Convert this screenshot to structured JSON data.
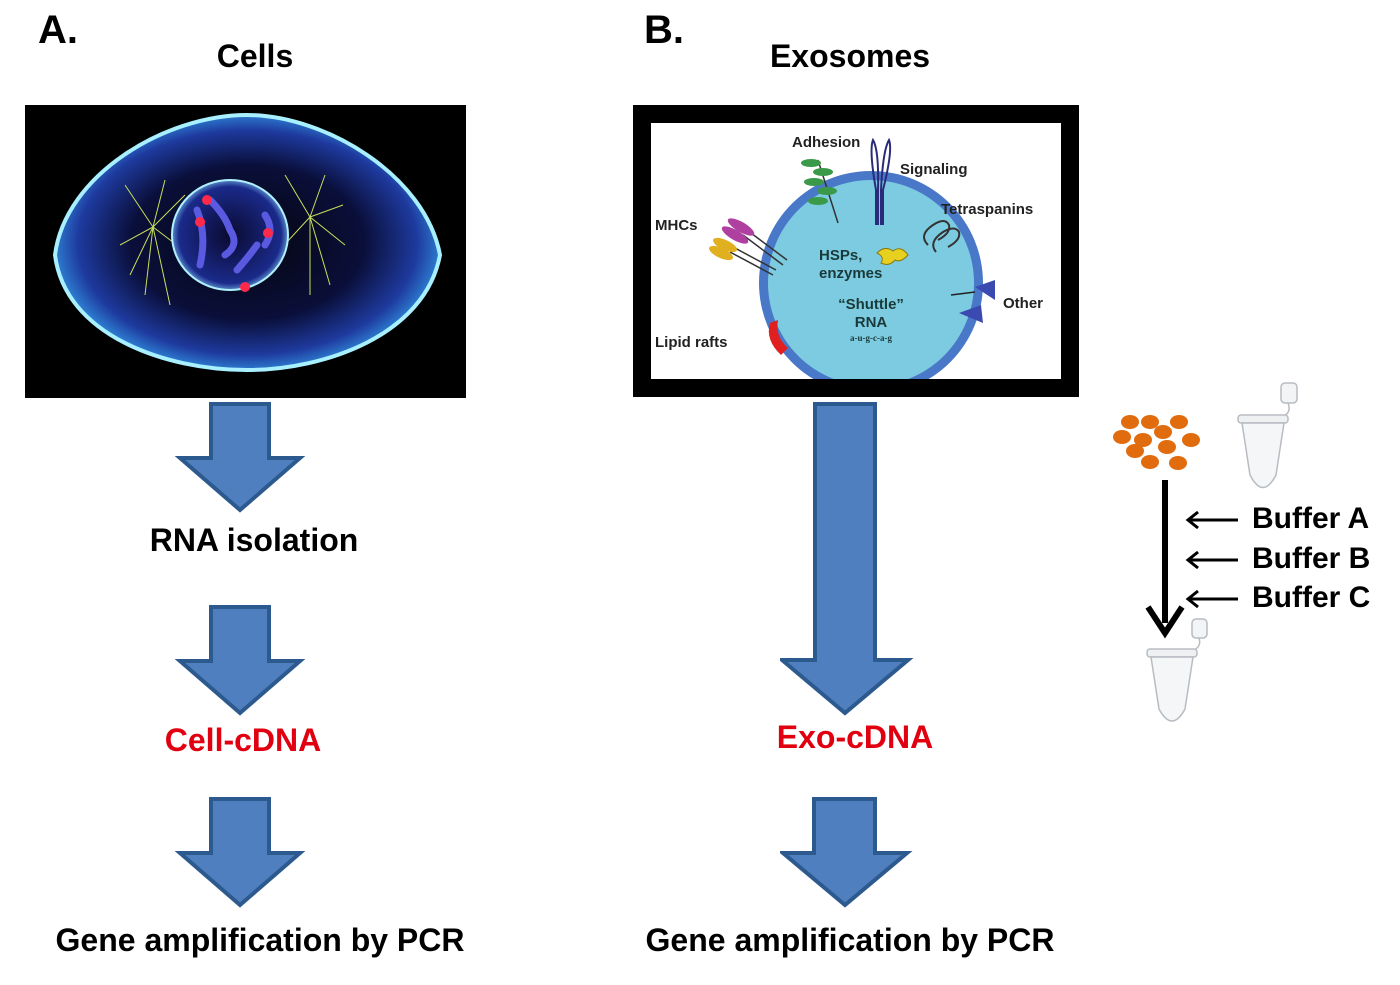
{
  "panels": {
    "a": {
      "letter": "A.",
      "title": "Cells",
      "steps": [
        "RNA isolation",
        "Cell-cDNA",
        "Gene amplification by PCR"
      ]
    },
    "b": {
      "letter": "B.",
      "title": "Exosomes",
      "steps": [
        "Exo-cDNA",
        "Gene amplification by PCR"
      ],
      "exosome_labels": {
        "adhesion": "Adhesion",
        "signaling": "Signaling",
        "tetraspanins": "Tetraspanins",
        "mhcs": "MHCs",
        "hsps": "HSPs,",
        "enzymes": "enzymes",
        "shuttle": "“Shuttle”",
        "rna": "RNA",
        "sequence": "a-u-g-c-a-g",
        "other": "Other",
        "lipid_rafts": "Lipid rafts"
      }
    }
  },
  "protocol": {
    "buffers": [
      "Buffer A",
      "Buffer B",
      "Buffer C"
    ]
  },
  "colors": {
    "arrow_fill": "#4f7fbf",
    "arrow_stroke": "#2d5a8e",
    "highlight_red": "#e0000f",
    "pellet_orange": "#e06c0e",
    "exosome_fill": "#7ccbe0",
    "exosome_membrane": "#4a78c8"
  }
}
